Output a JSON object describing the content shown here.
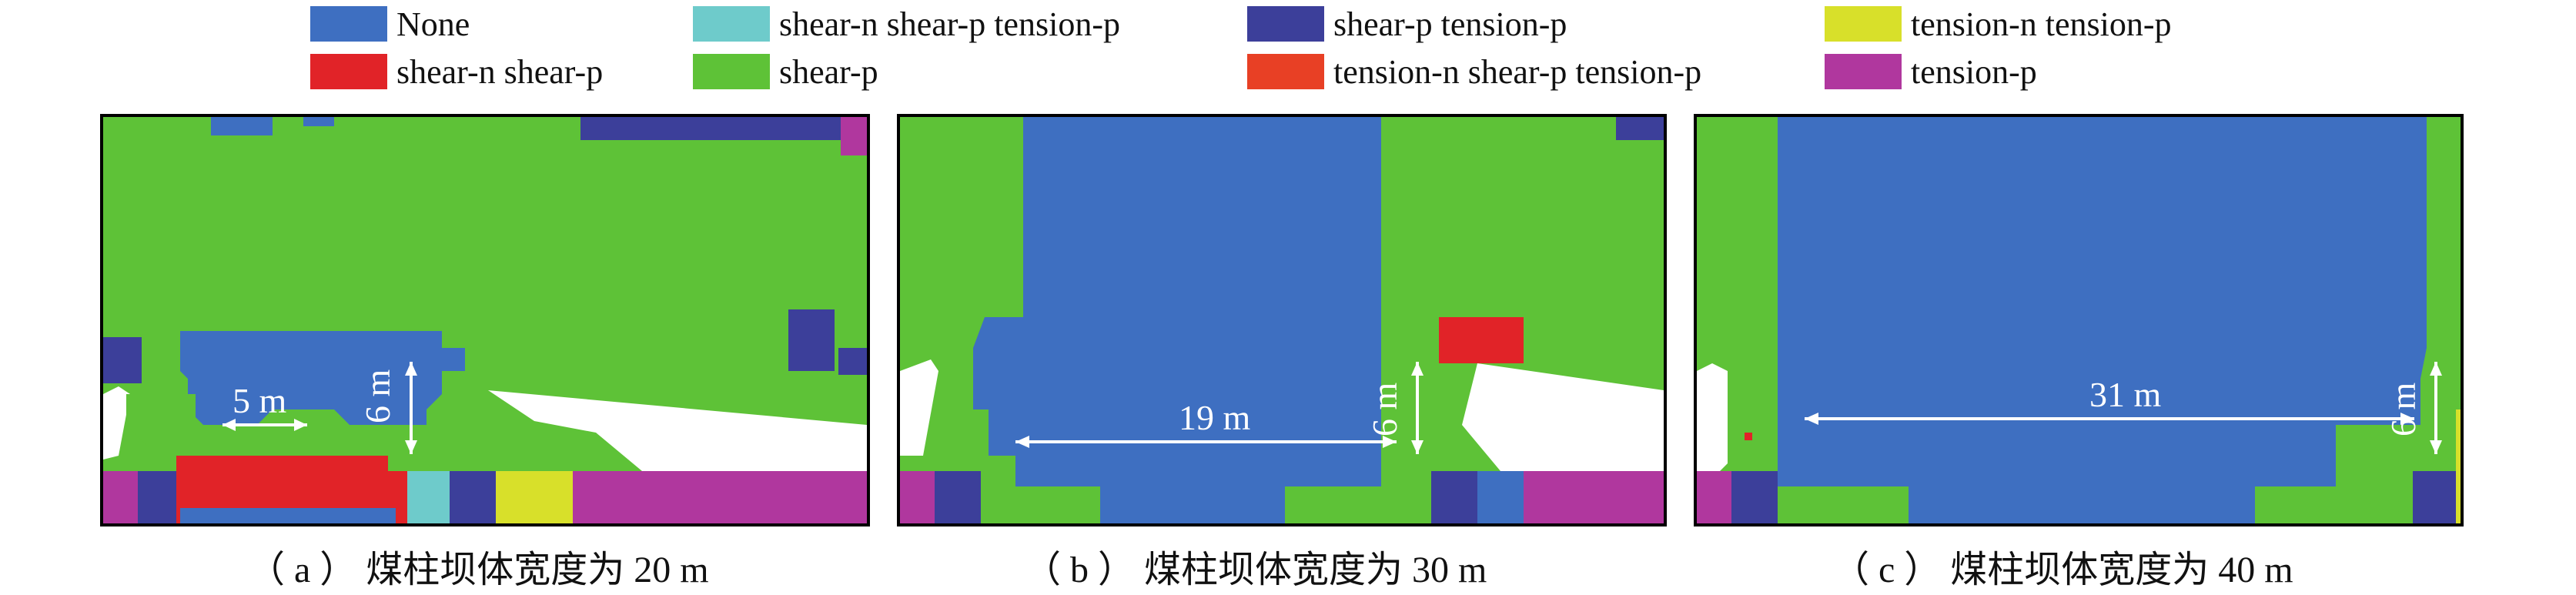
{
  "legend": {
    "items": [
      {
        "label": "None",
        "color": "#3e6fc1"
      },
      {
        "label": "shear-n shear-p tension-p",
        "color": "#6ecbcb"
      },
      {
        "label": "shear-p tension-p",
        "color": "#3c3f9a"
      },
      {
        "label": "tension-n tension-p",
        "color": "#d8e02a"
      },
      {
        "label": "shear-n shear-p",
        "color": "#e12328"
      },
      {
        "label": "shear-p",
        "color": "#5ec237"
      },
      {
        "label": "tension-n shear-p tension-p",
        "color": "#e84025"
      },
      {
        "label": "tension-p",
        "color": "#b0379e"
      }
    ]
  },
  "panels": [
    {
      "caption": "（ a ） 煤柱坝体宽度为 20 m",
      "width_label": "5 m",
      "height_label": "6 m"
    },
    {
      "caption": "（ b ） 煤柱坝体宽度为 30 m",
      "width_label": "19 m",
      "height_label": "6 m"
    },
    {
      "caption": "（ c ） 煤柱坝体宽度为 40 m",
      "width_label": "31 m",
      "height_label": "6 m"
    }
  ]
}
